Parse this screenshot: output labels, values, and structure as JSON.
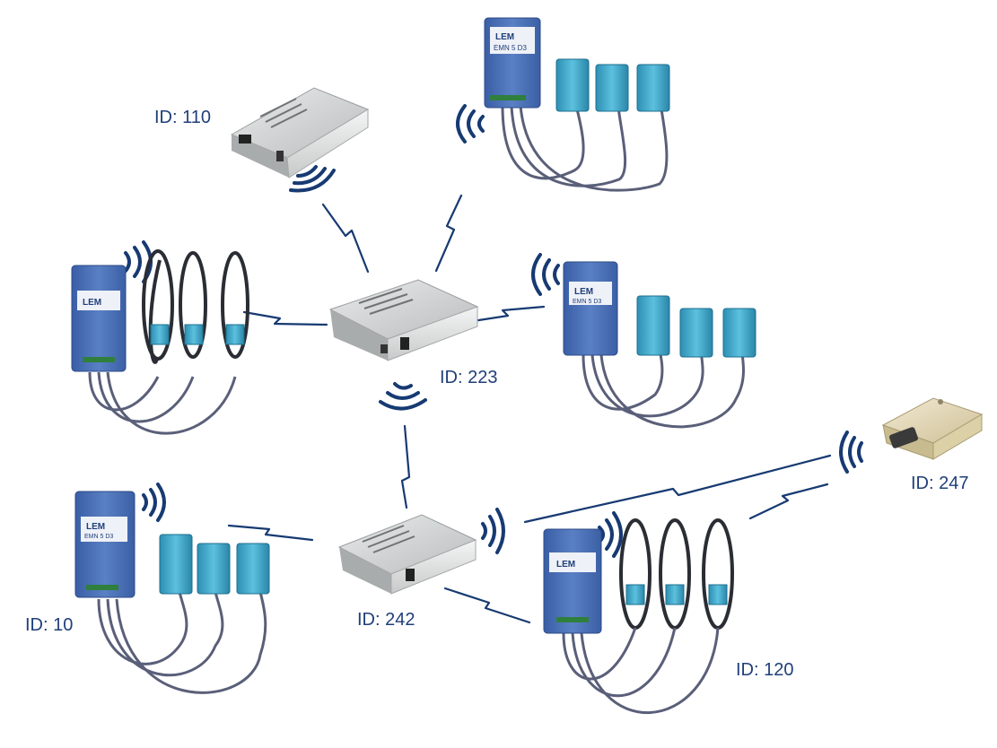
{
  "labels": {
    "id110": "ID: 110",
    "id223": "ID: 223",
    "id247": "ID: 247",
    "id10": "ID: 10",
    "id242": "ID: 242",
    "id120": "ID: 120"
  },
  "brand": {
    "logo_text": "LEM",
    "model_text": "EMN 5 D3"
  },
  "colors": {
    "label": "#1f3f7a",
    "link": "#173a72",
    "module_blue": "#4f74b8",
    "clamp_teal": "#3aa6c9",
    "gateway_grey": "#d4d6d6"
  }
}
